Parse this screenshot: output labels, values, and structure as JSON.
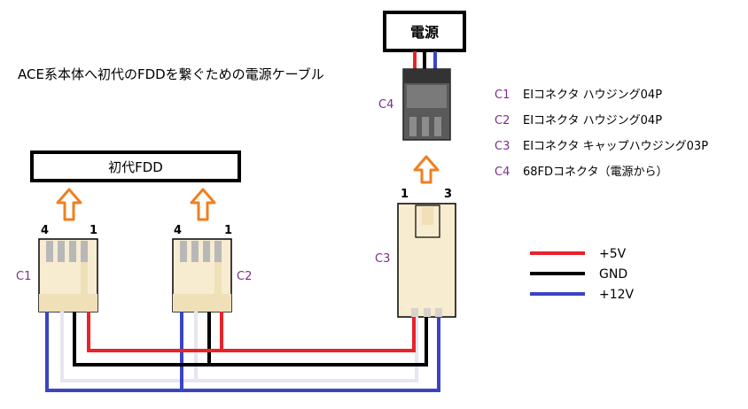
{
  "title": "ACE系本体へ初代のFDDを繋ぐための電源ケーブル",
  "power_label": "電源",
  "fdd_label": "初代FDD",
  "connectors": {
    "c1": {
      "id": "C1",
      "pin_left": "4",
      "pin_right": "1"
    },
    "c2": {
      "id": "C2",
      "pin_left": "4",
      "pin_right": "1"
    },
    "c3": {
      "id": "C3",
      "pin_left": "1",
      "pin_right": "3"
    },
    "c4": {
      "id": "C4"
    }
  },
  "parts_list": [
    {
      "id": "C1",
      "desc": "EIコネクタ ハウジング04P"
    },
    {
      "id": "C2",
      "desc": "EIコネクタ ハウジング04P"
    },
    {
      "id": "C3",
      "desc": "EIコネクタ キャップハウジング03P"
    },
    {
      "id": "C4",
      "desc": "68FDコネクタ（電源から）"
    }
  ],
  "legend": [
    {
      "label": "+5V",
      "color": "#e8232a"
    },
    {
      "label": "GND",
      "color": "#000000"
    },
    {
      "label": "+12V",
      "color": "#3a44c4"
    }
  ],
  "colors": {
    "red": "#e8232a",
    "black": "#000000",
    "blue": "#3a44c4",
    "white_wire": "#e6e6f0",
    "arrow": "#f07f1f",
    "connector_fill": "#f7ecd0",
    "purple_text": "#7a2e8e"
  }
}
